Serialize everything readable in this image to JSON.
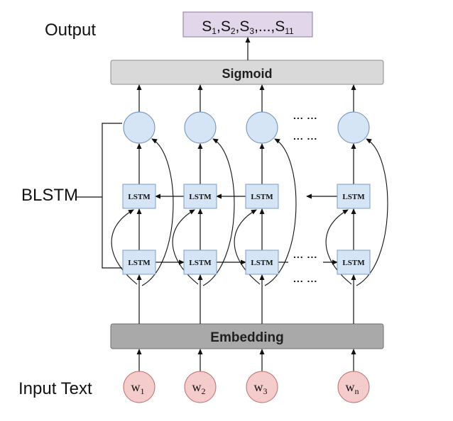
{
  "labels": {
    "output": "Output",
    "blstm": "BLSTM",
    "input_text": "Input Text"
  },
  "output_box": {
    "base": "S",
    "subs": [
      "1",
      "2",
      "3",
      "11"
    ],
    "separator": ",",
    "ellipsis": "...",
    "fill": "#e2d6ea",
    "stroke": "#8a7a9a"
  },
  "sigmoid": {
    "label": "Sigmoid",
    "fill": "#d9d9d9",
    "stroke": "#8c8c8c"
  },
  "embedding": {
    "label": "Embedding",
    "fill": "#a9a9a9",
    "stroke": "#6e6e6e"
  },
  "lstm_cell_label": "LSTM",
  "ellipsis": "... ...",
  "words": [
    {
      "base": "w",
      "sub": "1"
    },
    {
      "base": "w",
      "sub": "2"
    },
    {
      "base": "w",
      "sub": "3"
    },
    {
      "base": "w",
      "sub": "n"
    }
  ],
  "colors": {
    "lstm_fill": "#d6e5f5",
    "lstm_stroke": "#7a9cc6",
    "node_fill": "#d6e5f5",
    "node_stroke": "#6f90bb",
    "word_fill": "#f4cccc",
    "word_stroke": "#c07070",
    "line": "#111111"
  }
}
